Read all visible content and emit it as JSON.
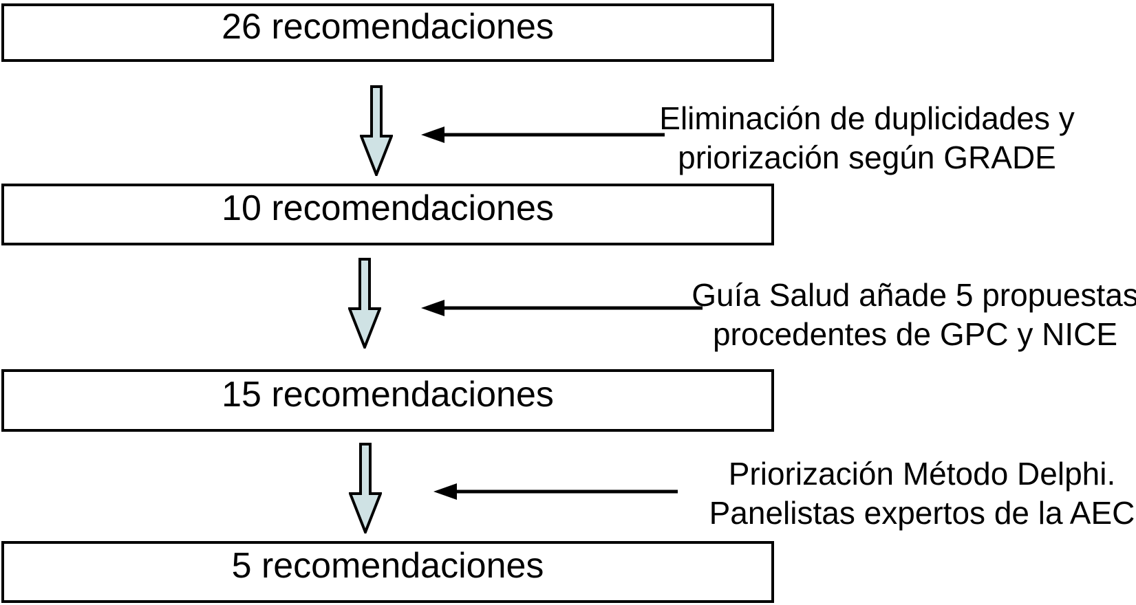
{
  "diagram": {
    "type": "flowchart",
    "background_color": "#ffffff",
    "colors": {
      "box_border": "#000000",
      "text": "#000000",
      "down_arrow_fill": "#cfe2e4",
      "down_arrow_stroke": "#000000",
      "annotation_arrow": "#000000"
    },
    "steps": [
      {
        "label": "26 recomendaciones"
      },
      {
        "label": "10 recomendaciones"
      },
      {
        "label": "15 recomendaciones"
      },
      {
        "label": "5 recomendaciones"
      }
    ],
    "annotations": [
      {
        "line1": "Eliminación de duplicidades y",
        "line2": "priorización según GRADE"
      },
      {
        "line1": "Guía Salud añade 5 propuestas",
        "line2": "procedentes de GPC y NICE"
      },
      {
        "line1": "Priorización Método Delphi.",
        "line2": "Panelistas expertos de la AEC"
      }
    ]
  }
}
